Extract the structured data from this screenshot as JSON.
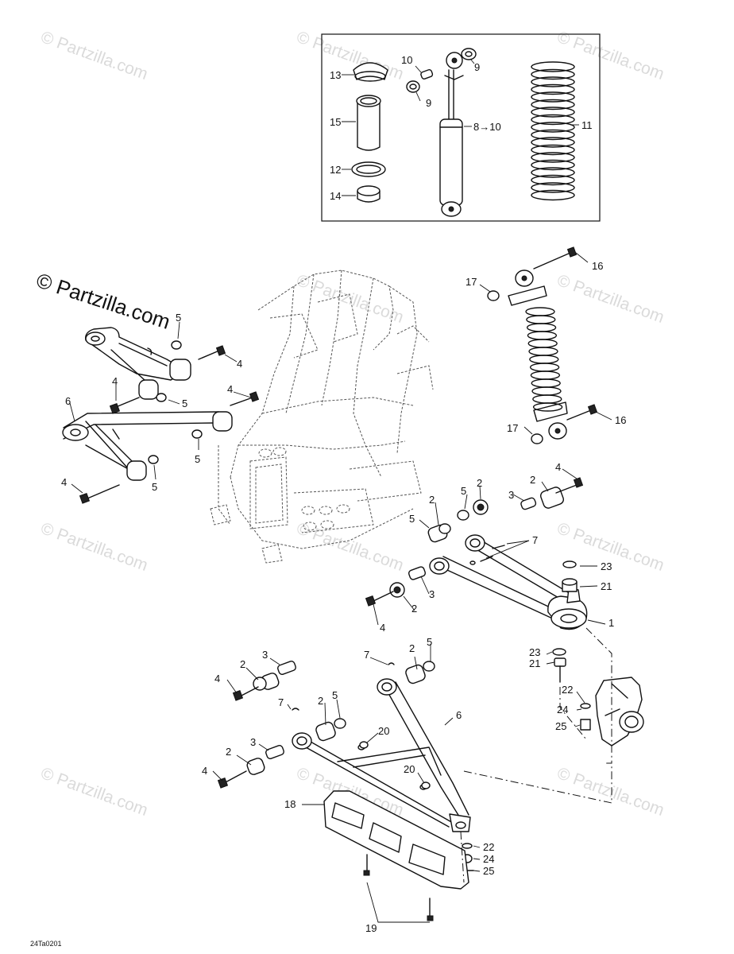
{
  "figure_code": "24Ta0201",
  "brand_mark": "© Partzilla.com",
  "watermark_text": "© Partzilla.com",
  "callouts": [
    {
      "id": "c10-inset",
      "text": "10"
    },
    {
      "id": "c9-inset-top",
      "text": "9"
    },
    {
      "id": "c13",
      "text": "13"
    },
    {
      "id": "c9-inset-mid",
      "text": "9"
    },
    {
      "id": "c15",
      "text": "15"
    },
    {
      "id": "c8-10",
      "text": "8→10"
    },
    {
      "id": "c11",
      "text": "11"
    },
    {
      "id": "c12",
      "text": "12"
    },
    {
      "id": "c14",
      "text": "14"
    },
    {
      "id": "c16-top",
      "text": "16"
    },
    {
      "id": "c17-top",
      "text": "17"
    },
    {
      "id": "c5-ul-top",
      "text": "5"
    },
    {
      "id": "c4-ul-right",
      "text": "4"
    },
    {
      "id": "c4-ul-left",
      "text": "4"
    },
    {
      "id": "c5-ul-mid",
      "text": "5"
    },
    {
      "id": "c6-ll",
      "text": "6"
    },
    {
      "id": "c4-ll-right",
      "text": "4"
    },
    {
      "id": "c5-ll-mid",
      "text": "5"
    },
    {
      "id": "c4-ll-left",
      "text": "4"
    },
    {
      "id": "c5-ll-bottom",
      "text": "5"
    },
    {
      "id": "c16-bottom",
      "text": "16"
    },
    {
      "id": "c17-bottom",
      "text": "17"
    },
    {
      "id": "c4-r-top",
      "text": "4"
    },
    {
      "id": "c2-r-top",
      "text": "2"
    },
    {
      "id": "c5-r-top",
      "text": "5"
    },
    {
      "id": "c2-r-mid",
      "text": "2"
    },
    {
      "id": "c3-r-top",
      "text": "3"
    },
    {
      "id": "c2-r-left",
      "text": "2"
    },
    {
      "id": "c5-r-left",
      "text": "5"
    },
    {
      "id": "c7-r",
      "text": "7"
    },
    {
      "id": "c23-top",
      "text": "23"
    },
    {
      "id": "c21-top",
      "text": "21"
    },
    {
      "id": "c3-r-low",
      "text": "3"
    },
    {
      "id": "c2-r-low",
      "text": "2"
    },
    {
      "id": "c4-r-low",
      "text": "4"
    },
    {
      "id": "c1",
      "text": "1"
    },
    {
      "id": "c7-lo-top",
      "text": "7"
    },
    {
      "id": "c2-lo-top",
      "text": "2"
    },
    {
      "id": "c5-lo-top",
      "text": "5"
    },
    {
      "id": "c3-lo-top",
      "text": "3"
    },
    {
      "id": "c2-lo-left",
      "text": "2"
    },
    {
      "id": "c4-lo-left",
      "text": "4"
    },
    {
      "id": "c23-mid",
      "text": "23"
    },
    {
      "id": "c21-mid",
      "text": "21"
    },
    {
      "id": "c22-mid",
      "text": "22"
    },
    {
      "id": "c24-mid",
      "text": "24"
    },
    {
      "id": "c25-mid",
      "text": "25"
    },
    {
      "id": "c6-lo",
      "text": "6"
    },
    {
      "id": "c7-lo-mid",
      "text": "7"
    },
    {
      "id": "c2-lo-mid",
      "text": "2"
    },
    {
      "id": "c5-lo-mid",
      "text": "5"
    },
    {
      "id": "c20-top",
      "text": "20"
    },
    {
      "id": "c3-lo-mid",
      "text": "3"
    },
    {
      "id": "c2-lo-low",
      "text": "2"
    },
    {
      "id": "c4-lo-low",
      "text": "4"
    },
    {
      "id": "c20-bottom",
      "text": "20"
    },
    {
      "id": "c18",
      "text": "18"
    },
    {
      "id": "c22-bottom",
      "text": "22"
    },
    {
      "id": "c24-bottom",
      "text": "24"
    },
    {
      "id": "c25-bottom",
      "text": "25"
    },
    {
      "id": "c19",
      "text": "19"
    }
  ]
}
